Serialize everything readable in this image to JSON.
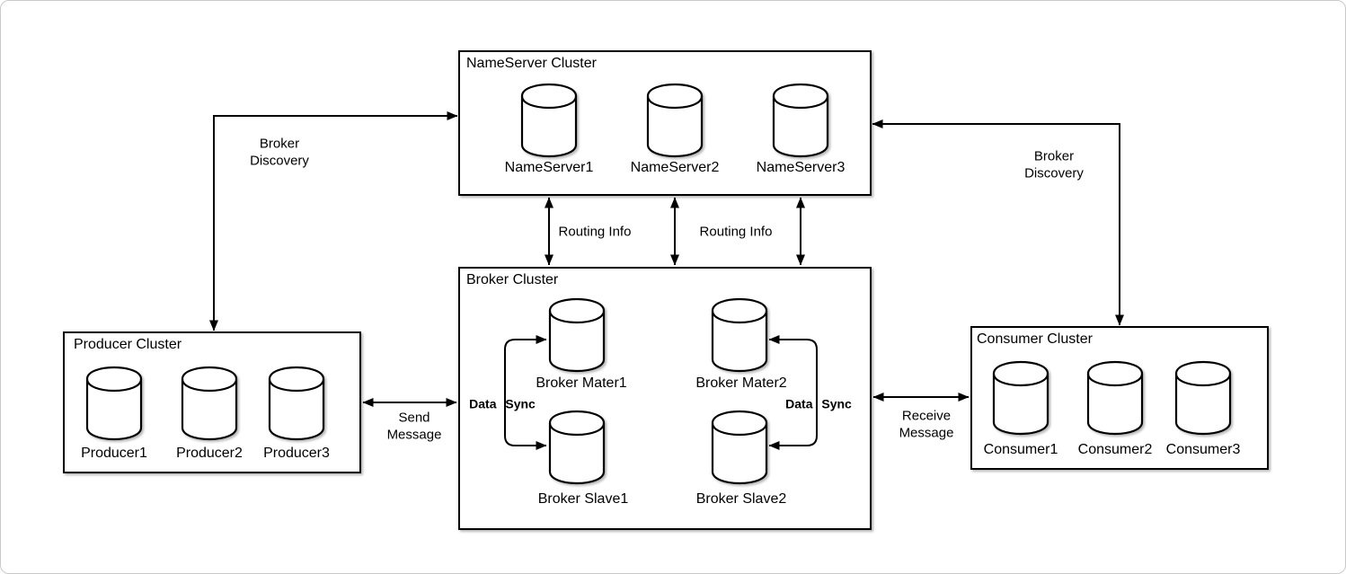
{
  "diagram": {
    "type": "architecture-diagram",
    "colors": {
      "stroke": "#000000",
      "node_fill": "#ffffff",
      "frame_border": "#c9c9c9"
    },
    "clusters": {
      "nameserver": {
        "title": "NameServer Cluster",
        "nodes": [
          "NameServer1",
          "NameServer2",
          "NameServer3"
        ]
      },
      "broker": {
        "title": "Broker Cluster",
        "nodes": [
          "Broker Mater1",
          "Broker Mater2",
          "Broker Slave1",
          "Broker Slave2"
        ]
      },
      "producer": {
        "title": "Producer Cluster",
        "nodes": [
          "Producer1",
          "Producer2",
          "Producer3"
        ]
      },
      "consumer": {
        "title": "Consumer Cluster",
        "nodes": [
          "Consumer1",
          "Consumer2",
          "Consumer3"
        ]
      }
    },
    "edges": {
      "broker_discovery_left": {
        "label": "Broker\nDiscovery"
      },
      "broker_discovery_right": {
        "label": "Broker\nDiscovery"
      },
      "routing_info_left": {
        "label": "Routing Info"
      },
      "routing_info_right": {
        "label": "Routing Info"
      },
      "send_message": {
        "label": "Send\nMessage"
      },
      "receive_message": {
        "label": "Receive\nMessage"
      },
      "data_sync_left": {
        "label": "Data Sync"
      },
      "data_sync_right": {
        "label": "Data Sync"
      }
    }
  }
}
